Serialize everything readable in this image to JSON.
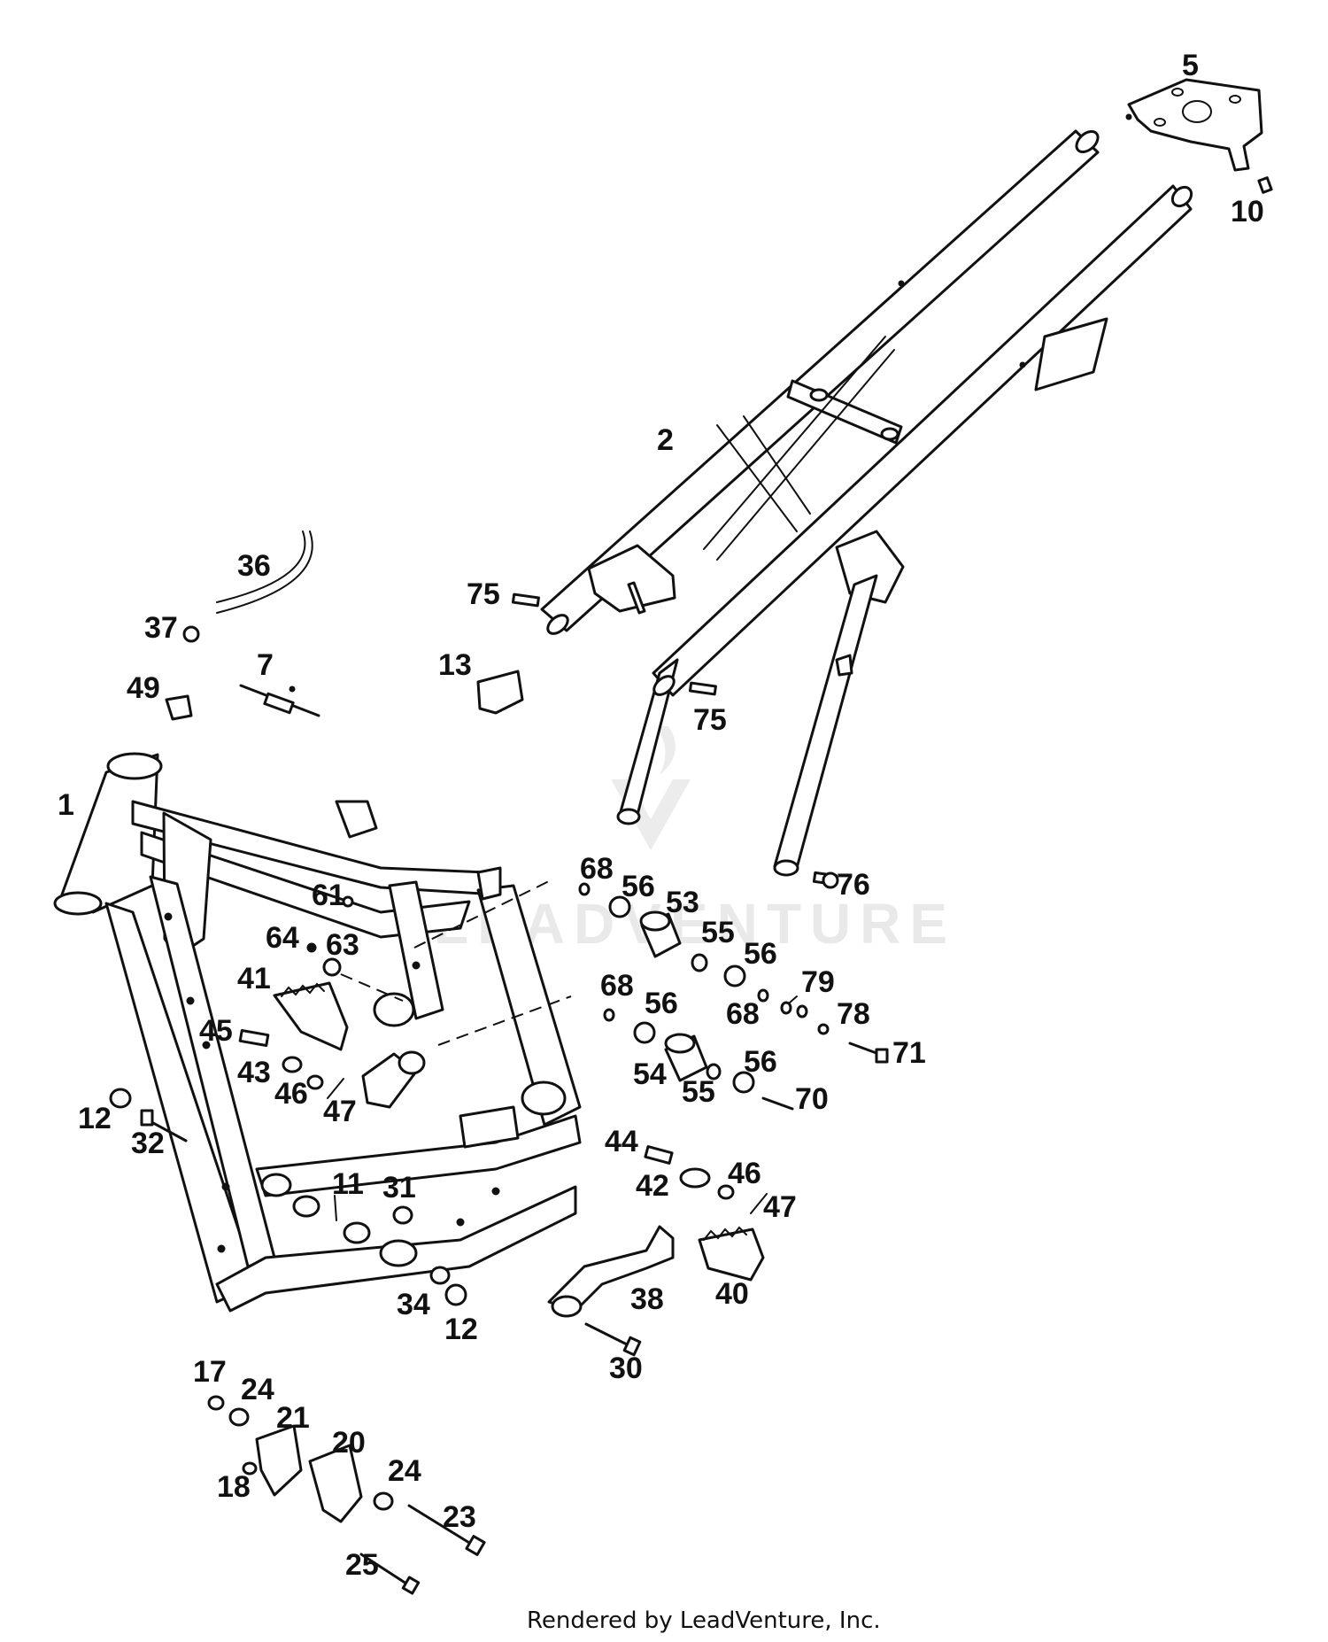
{
  "diagram": {
    "callouts": [
      {
        "id": "1",
        "label": "1"
      },
      {
        "id": "2",
        "label": "2"
      },
      {
        "id": "5",
        "label": "5"
      },
      {
        "id": "7",
        "label": "7"
      },
      {
        "id": "10",
        "label": "10"
      },
      {
        "id": "11",
        "label": "11"
      },
      {
        "id": "12a",
        "label": "12"
      },
      {
        "id": "12b",
        "label": "12"
      },
      {
        "id": "13",
        "label": "13"
      },
      {
        "id": "17",
        "label": "17"
      },
      {
        "id": "18",
        "label": "18"
      },
      {
        "id": "20",
        "label": "20"
      },
      {
        "id": "21",
        "label": "21"
      },
      {
        "id": "23",
        "label": "23"
      },
      {
        "id": "24a",
        "label": "24"
      },
      {
        "id": "24b",
        "label": "24"
      },
      {
        "id": "25",
        "label": "25"
      },
      {
        "id": "30",
        "label": "30"
      },
      {
        "id": "31",
        "label": "31"
      },
      {
        "id": "32",
        "label": "32"
      },
      {
        "id": "34",
        "label": "34"
      },
      {
        "id": "36",
        "label": "36"
      },
      {
        "id": "37",
        "label": "37"
      },
      {
        "id": "38",
        "label": "38"
      },
      {
        "id": "40",
        "label": "40"
      },
      {
        "id": "41",
        "label": "41"
      },
      {
        "id": "42",
        "label": "42"
      },
      {
        "id": "43",
        "label": "43"
      },
      {
        "id": "44",
        "label": "44"
      },
      {
        "id": "45",
        "label": "45"
      },
      {
        "id": "46a",
        "label": "46"
      },
      {
        "id": "46b",
        "label": "46"
      },
      {
        "id": "47a",
        "label": "47"
      },
      {
        "id": "47b",
        "label": "47"
      },
      {
        "id": "49",
        "label": "49"
      },
      {
        "id": "53",
        "label": "53"
      },
      {
        "id": "54",
        "label": "54"
      },
      {
        "id": "55a",
        "label": "55"
      },
      {
        "id": "55b",
        "label": "55"
      },
      {
        "id": "56a",
        "label": "56"
      },
      {
        "id": "56b",
        "label": "56"
      },
      {
        "id": "56c",
        "label": "56"
      },
      {
        "id": "56d",
        "label": "56"
      },
      {
        "id": "61",
        "label": "61"
      },
      {
        "id": "63",
        "label": "63"
      },
      {
        "id": "64",
        "label": "64"
      },
      {
        "id": "68a",
        "label": "68"
      },
      {
        "id": "68b",
        "label": "68"
      },
      {
        "id": "68c",
        "label": "68"
      },
      {
        "id": "70",
        "label": "70"
      },
      {
        "id": "71",
        "label": "71"
      },
      {
        "id": "75a",
        "label": "75"
      },
      {
        "id": "75b",
        "label": "75"
      },
      {
        "id": "76",
        "label": "76"
      },
      {
        "id": "78",
        "label": "78"
      },
      {
        "id": "79",
        "label": "79"
      }
    ],
    "watermark": "LEADVENTURE",
    "footer": "Rendered by LeadVenture, Inc."
  },
  "colors": {
    "ink": "#111111",
    "watermark": "#e9e9e9",
    "background": "#ffffff"
  }
}
